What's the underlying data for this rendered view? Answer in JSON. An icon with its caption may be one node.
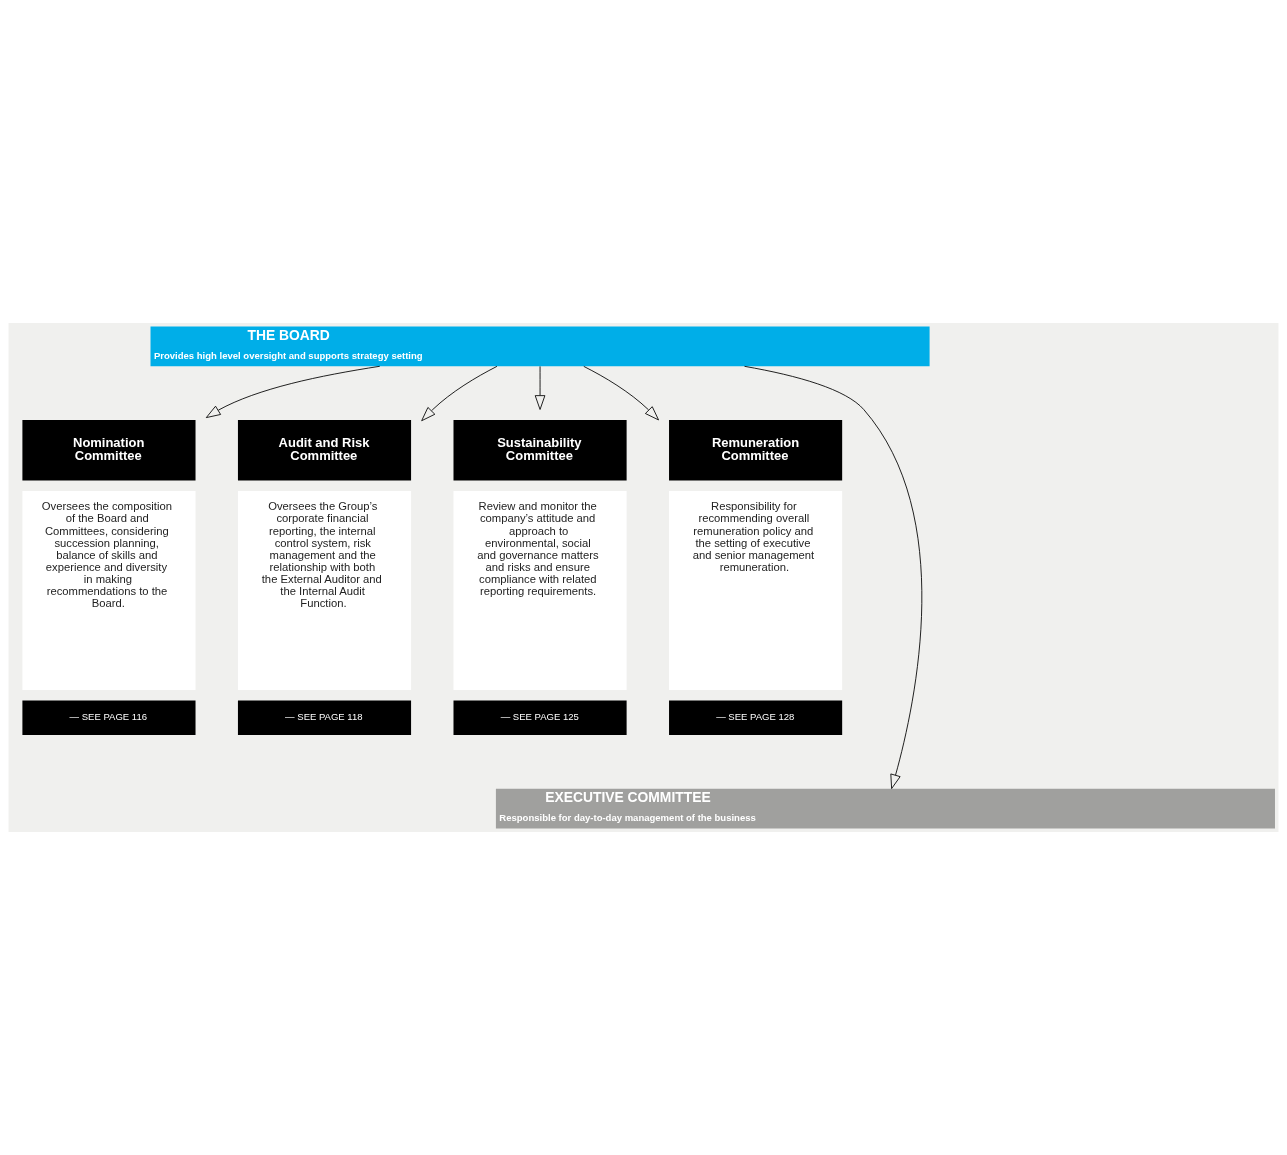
{
  "diagram": {
    "nodes": [
      {
        "text": [
          "THE BOARD",
          "Provides high level oversight and supports strategy setting"
        ]
      },
      {
        "text": [
          "Nomination Committee",
          "Oversees the composition of the Board and Committees, considering succession planning, balance of skills and experience and diversity in making recommendations to the Board.",
          "— SEE PAGE 116"
        ]
      },
      {
        "text": [
          "Audit and Risk Committee",
          "Oversees the Group’s corporate financial reporting, the internal control system, risk management and the relationship with both the External Auditor and the Internal Audit Function.",
          "— SEE PAGE 118"
        ]
      },
      {
        "text": [
          "Sustainability Committee",
          "Review and monitor the company’s attitude and approach to environmental, social and governance matters and risks and ensure compliance with related reporting requirements.",
          "— SEE PAGE 125"
        ]
      },
      {
        "text": [
          "Remuneration Committee",
          "Responsibility for recommending overall remuneration policy and the setting of executive and senior management remuneration.",
          "— SEE PAGE 128"
        ]
      },
      {
        "text": [
          "EXECUTIVE COMMITTEE",
          "Responsible for day-to-day management of the business"
        ]
      }
    ],
    "edges": [
      {
        "from": 0,
        "to": 1,
        "arrow": "to"
      },
      {
        "from": 0,
        "to": 2,
        "arrow": "to"
      },
      {
        "from": 0,
        "to": 5,
        "arrow": "to"
      },
      {
        "from": 0,
        "to": 3,
        "arrow": "to"
      },
      {
        "from": 0,
        "to": 4,
        "arrow": "to"
      }
    ]
  }
}
